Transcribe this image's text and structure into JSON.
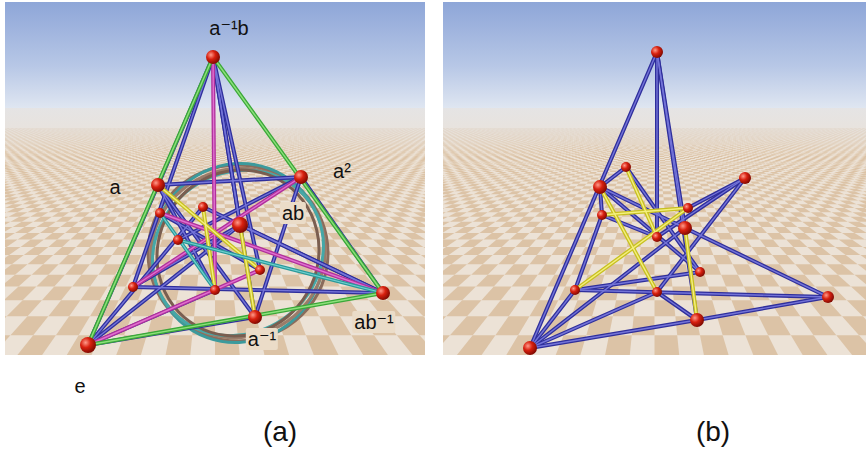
{
  "diagram": {
    "labels": [
      "a⁻¹b",
      "a",
      "a²",
      "ab",
      "ab⁻¹",
      "a⁻¹",
      "e",
      "(a)",
      "(b)"
    ]
  }
}
